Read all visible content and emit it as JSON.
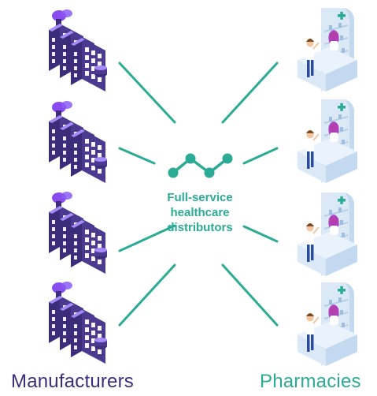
{
  "diagram": {
    "center_label_lines": [
      "Full-service",
      "healthcare",
      "distributors"
    ],
    "left_group_label": "Manufacturers",
    "right_group_label": "Pharmacies",
    "manufacturer_count": 4,
    "pharmacy_count": 4,
    "colors": {
      "connector": "#2bab95",
      "manufacturer_dark": "#3d2c7a",
      "manufacturer_accent": "#7c3aed",
      "pharmacy_light": "#dbe9f7",
      "pharmacy_cross": "#2bab95",
      "left_label": "#3d2c7a",
      "right_label": "#2bab95"
    },
    "icons": {
      "manufacturer": "factory-icon",
      "pharmacy": "pharmacy-counter-icon",
      "center": "network-line-icon"
    }
  }
}
